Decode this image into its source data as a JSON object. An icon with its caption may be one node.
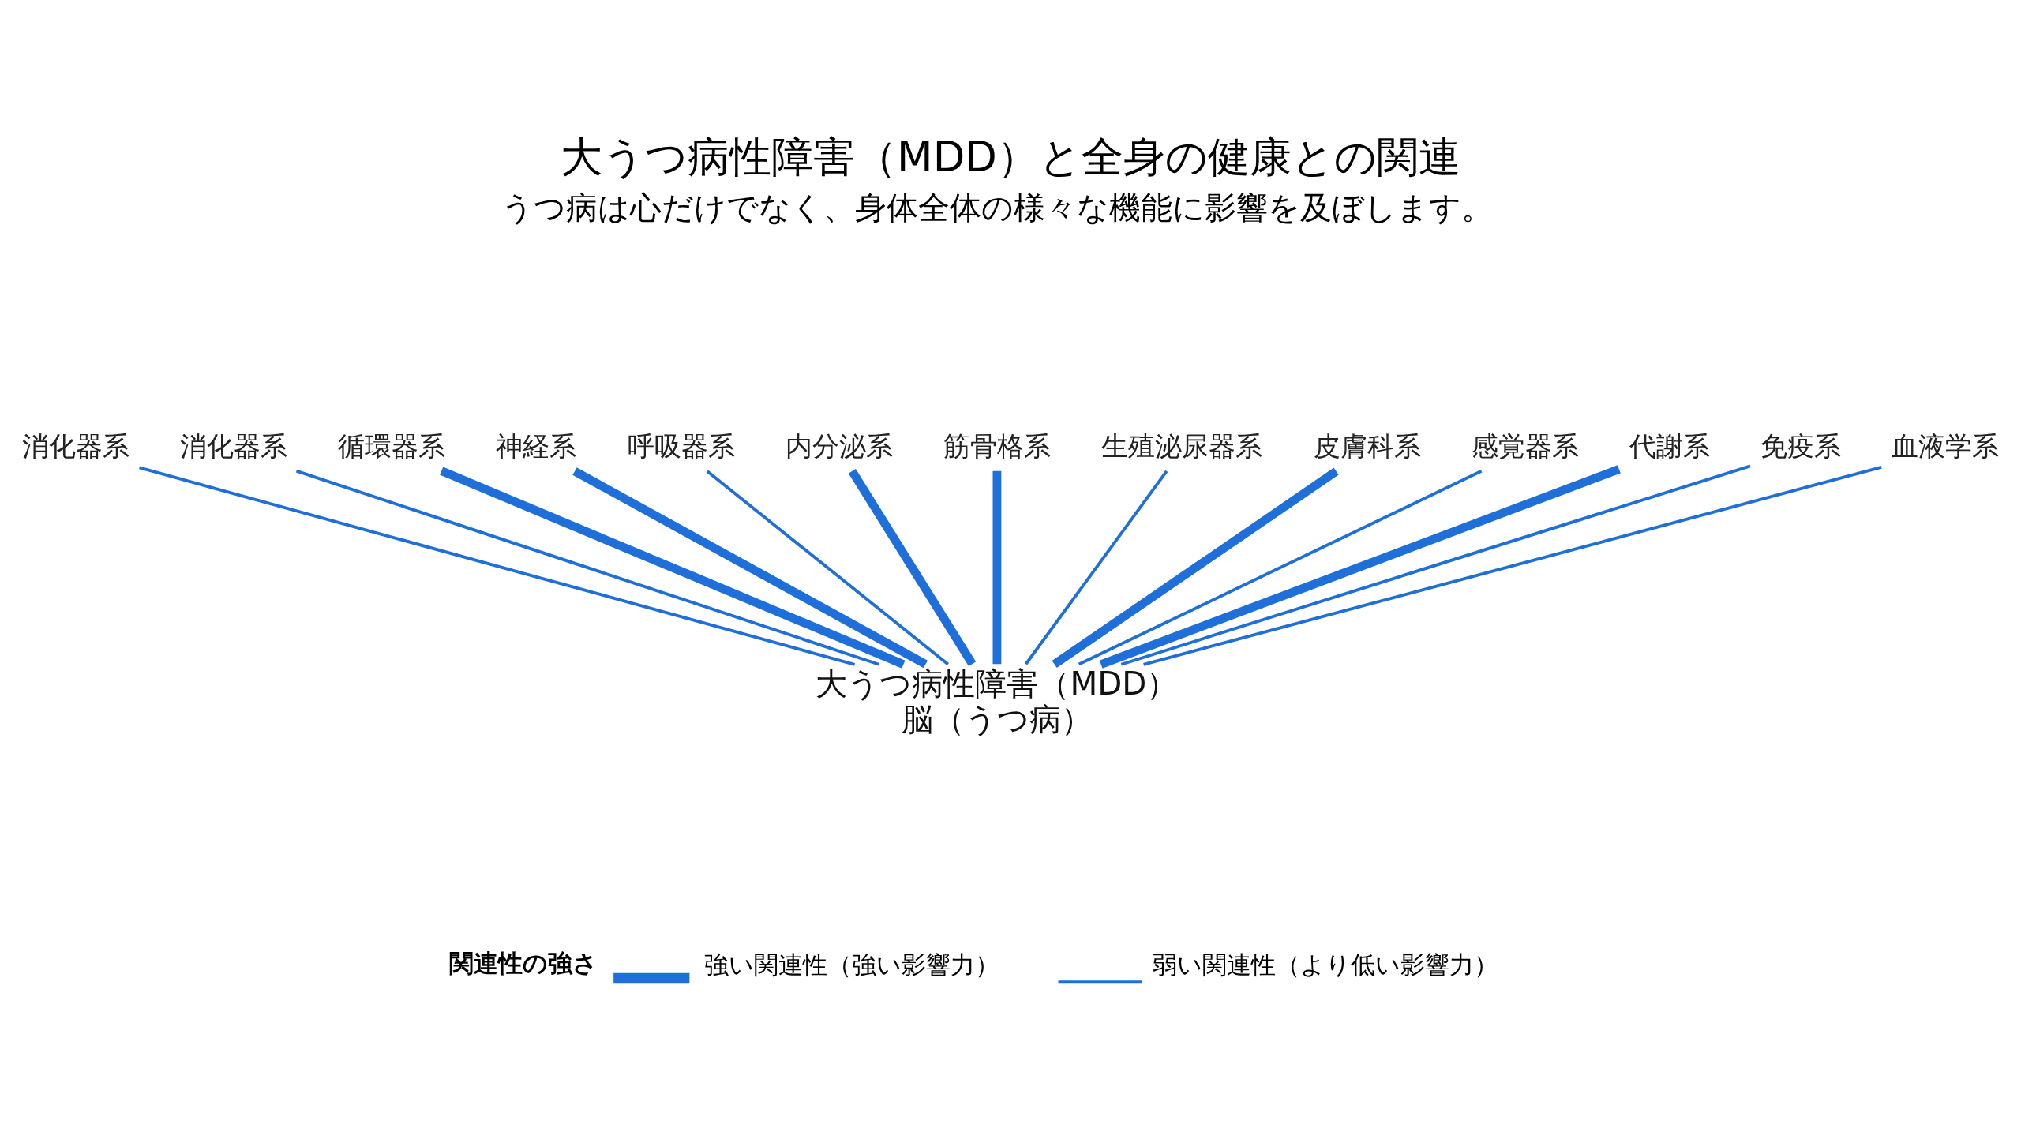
{
  "diagram": {
    "title": "大うつ病性障害（MDD）と全身の健康との関連",
    "nodes": [
      {
        "text": [
          "大うつ病性障害（MDD）",
          "脳（うつ病）"
        ]
      },
      {
        "text": [
          "消化器系"
        ]
      },
      {
        "text": [
          "消化器系"
        ]
      },
      {
        "text": [
          "循環器系"
        ]
      },
      {
        "text": [
          "神経系"
        ]
      },
      {
        "text": [
          "呼吸器系"
        ]
      },
      {
        "text": [
          "内分泌系"
        ]
      },
      {
        "text": [
          "筋骨格系"
        ]
      },
      {
        "text": [
          "生殖泌尿器系"
        ]
      },
      {
        "text": [
          "皮膚科系"
        ]
      },
      {
        "text": [
          "感覚器系"
        ]
      },
      {
        "text": [
          "代謝系"
        ]
      },
      {
        "text": [
          "免疫系"
        ]
      },
      {
        "text": [
          "血液学系"
        ]
      }
    ],
    "edges": [
      {
        "from": 0,
        "to": 1,
        "arrow": "none"
      },
      {
        "from": 0,
        "to": 2,
        "arrow": "none"
      },
      {
        "from": 0,
        "to": 3,
        "arrow": "none",
        "style": "thick"
      },
      {
        "from": 0,
        "to": 4,
        "arrow": "none",
        "style": "thick"
      },
      {
        "from": 0,
        "to": 5,
        "arrow": "none"
      },
      {
        "from": 0,
        "to": 6,
        "arrow": "none",
        "style": "thick"
      },
      {
        "from": 0,
        "to": 7,
        "arrow": "none",
        "style": "thick"
      },
      {
        "from": 0,
        "to": 8,
        "arrow": "none"
      },
      {
        "from": 0,
        "to": 9,
        "arrow": "none",
        "style": "thick"
      },
      {
        "from": 0,
        "to": 10,
        "arrow": "none"
      },
      {
        "from": 0,
        "to": 11,
        "arrow": "none",
        "style": "thick"
      },
      {
        "from": 0,
        "to": 12,
        "arrow": "none"
      },
      {
        "from": 0,
        "to": 13,
        "arrow": "none"
      }
    ],
    "labels": [
      "うつ病は心だけでなく、身体全体の様々な機能に影響を及ぼします。",
      "関連性の強さ"
    ],
    "legend": [
      {
        "text": "強い関連性（強い影響力）"
      },
      {
        "text": "弱い関連性（より低い影響力）"
      }
    ]
  }
}
